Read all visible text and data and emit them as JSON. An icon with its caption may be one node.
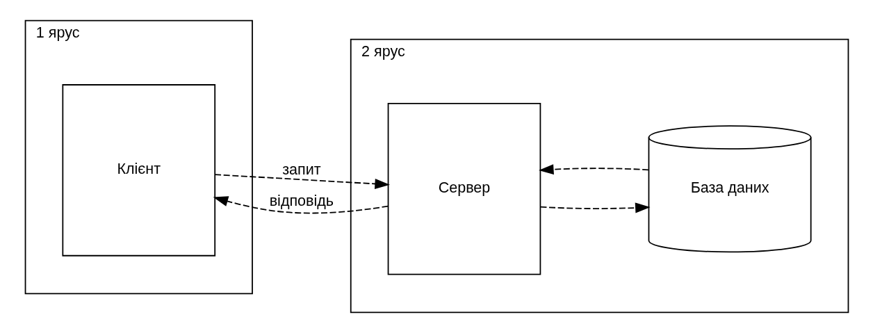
{
  "diagram": {
    "nodes": [
      {
        "text": [
          "1 ярус"
        ]
      },
      {
        "text": [
          "Клієнт"
        ],
        "in": 0
      },
      {
        "text": [
          "2 ярус"
        ]
      },
      {
        "text": [
          "Сервер"
        ],
        "in": 2
      },
      {
        "text": [
          "База даних"
        ],
        "in": 2
      }
    ],
    "edges": [
      {
        "from": 1,
        "to": 3,
        "arrow": "to",
        "label": "запит",
        "style": "dashed"
      },
      {
        "from": 3,
        "to": 1,
        "arrow": "to",
        "label": "відповідь",
        "style": "dashed"
      },
      {
        "from": 3,
        "to": 4,
        "arrow": "to",
        "style": "dashed"
      },
      {
        "from": 4,
        "to": 3,
        "arrow": "to",
        "style": "dashed"
      }
    ]
  }
}
